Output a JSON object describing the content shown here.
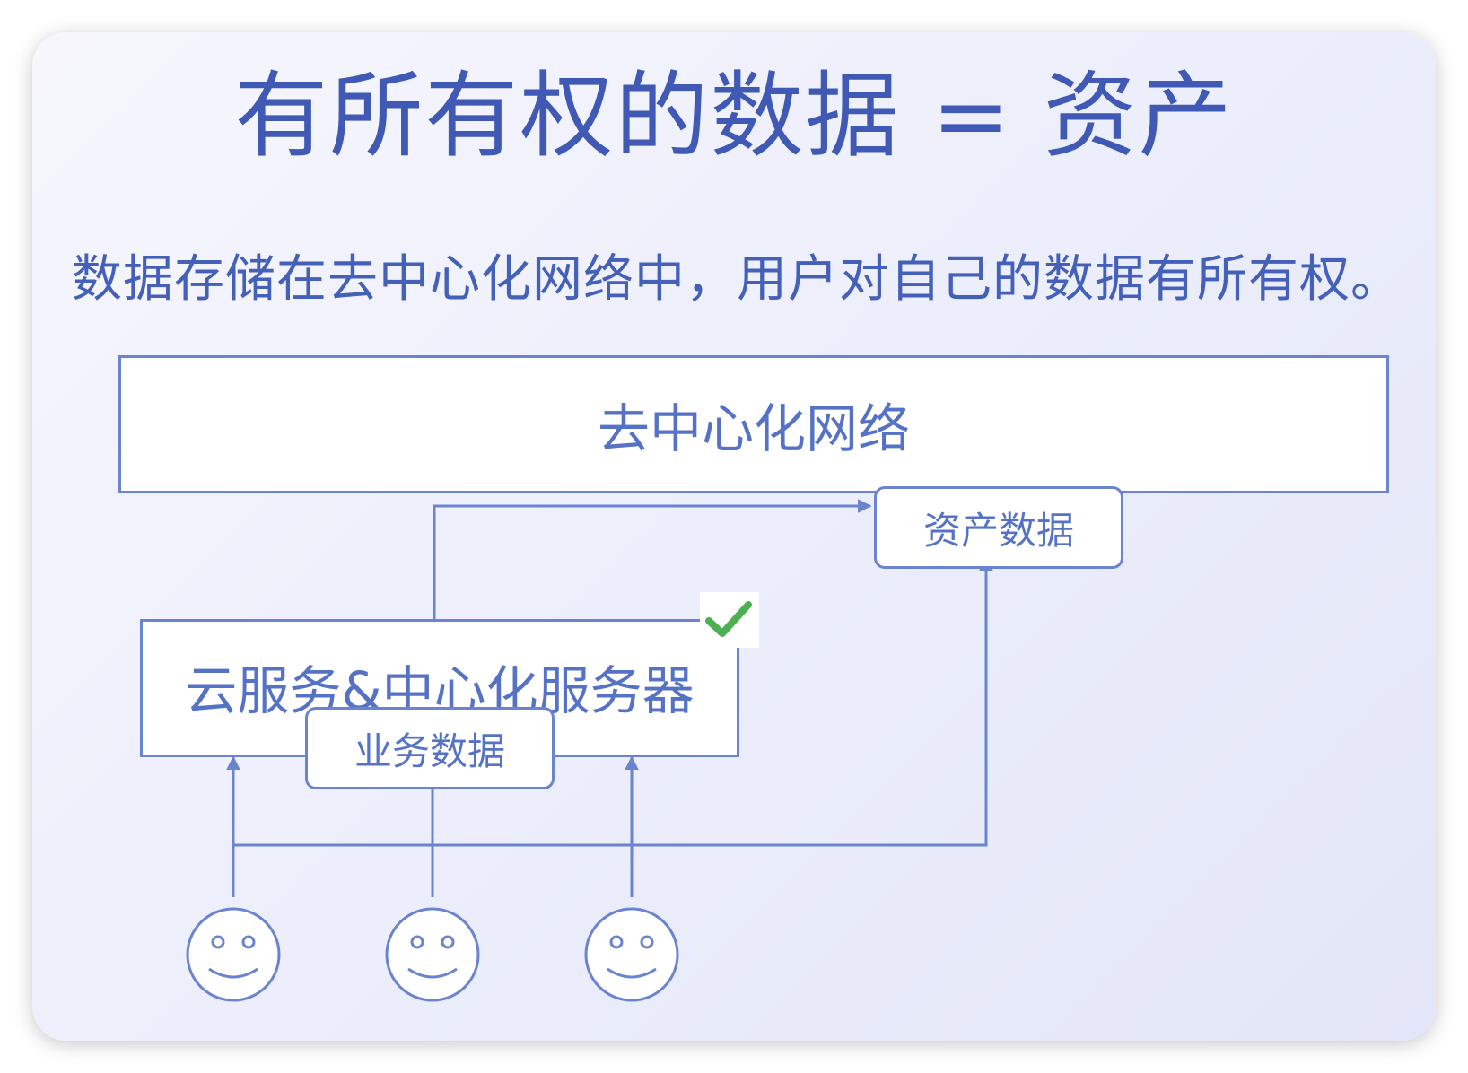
{
  "title": "有所有权的数据 = 资产",
  "subtitle": "数据存储在去中心化网络中，用户对自己的数据有所有权。",
  "nodes": {
    "network": "去中心化网络",
    "asset_data": "资产数据",
    "server": "云服务&中心化服务器",
    "business_data": "业务数据"
  },
  "users": [
    "user",
    "user",
    "user"
  ],
  "colors": {
    "title": "#4059b4",
    "line": "#6b84cf",
    "check": "#4caf50"
  }
}
